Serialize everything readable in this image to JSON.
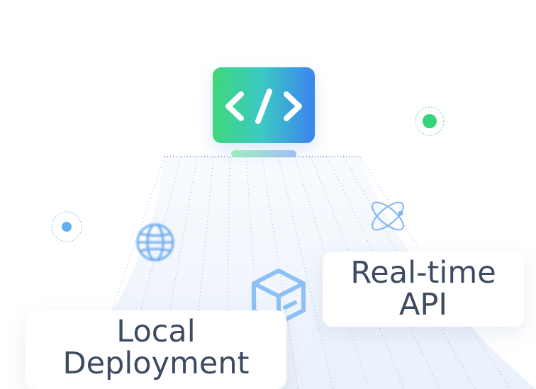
{
  "monitor": {
    "icon": "code-icon",
    "accent_start": "#3fd77a",
    "accent_end": "#3b84ef"
  },
  "badges": {
    "api_line1": "Real-time",
    "api_line2": "API",
    "local_line1": "Local",
    "local_line2": "Deployment"
  },
  "decor": {
    "globe_icon": "globe-icon",
    "box_icon": "cube-box-icon",
    "atom_icon": "atom-icon",
    "green_dot": "#34d47f",
    "blue_dot": "#5fb2ee"
  }
}
